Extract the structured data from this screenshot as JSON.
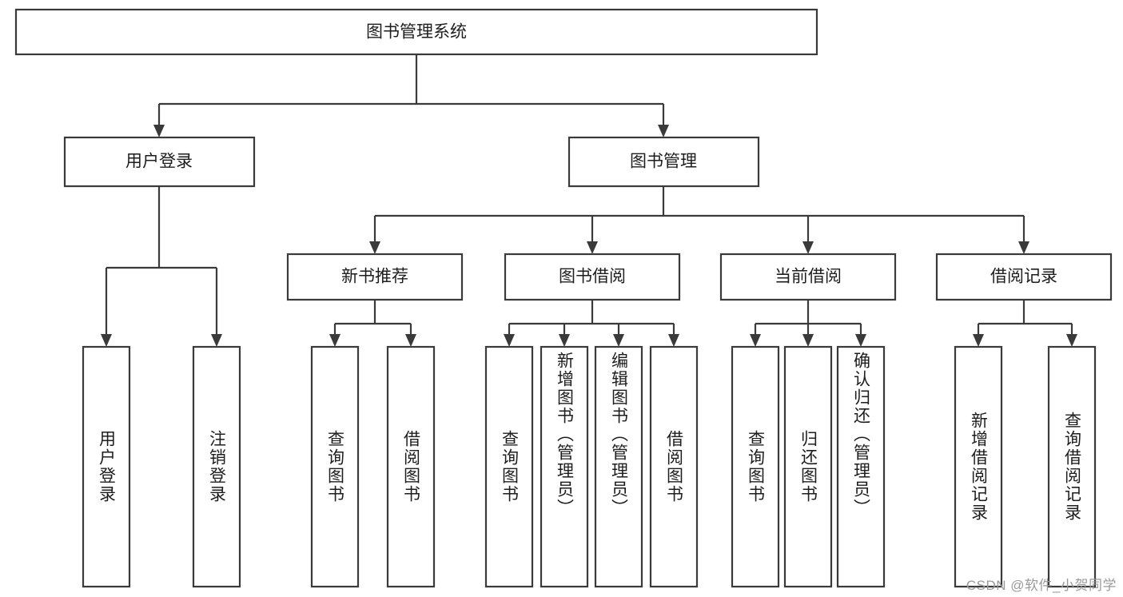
{
  "diagram": {
    "title": "图书管理系统",
    "watermark": "CSDN @软件_小贺同学",
    "colors": {
      "stroke": "#3a3a3a",
      "node_fill": "#ffffff",
      "text": "#1d1d1d",
      "background": "#ffffff",
      "watermark": "#9a9a9a"
    },
    "root": {
      "label": "图书管理系统"
    },
    "level1": [
      {
        "label": "用户登录"
      },
      {
        "label": "图书管理"
      }
    ],
    "level2": [
      {
        "label": "新书推荐"
      },
      {
        "label": "图书借阅"
      },
      {
        "label": "当前借阅"
      },
      {
        "label": "借阅记录"
      }
    ],
    "leaves": {
      "user_login": [
        {
          "label": "用户登录"
        },
        {
          "label": "注销登录"
        }
      ],
      "new_book_recommend": [
        {
          "label": "查询图书"
        },
        {
          "label": "借阅图书"
        }
      ],
      "book_borrow": [
        {
          "label": "查询图书"
        },
        {
          "label": "新增图书（管理员）"
        },
        {
          "label": "编辑图书（管理员）"
        },
        {
          "label": "借阅图书"
        }
      ],
      "current_borrow": [
        {
          "label": "查询图书"
        },
        {
          "label": "归还图书"
        },
        {
          "label": "确认归还（管理员）"
        }
      ],
      "borrow_record": [
        {
          "label": "新增借阅记录"
        },
        {
          "label": "查询借阅记录"
        }
      ]
    }
  }
}
